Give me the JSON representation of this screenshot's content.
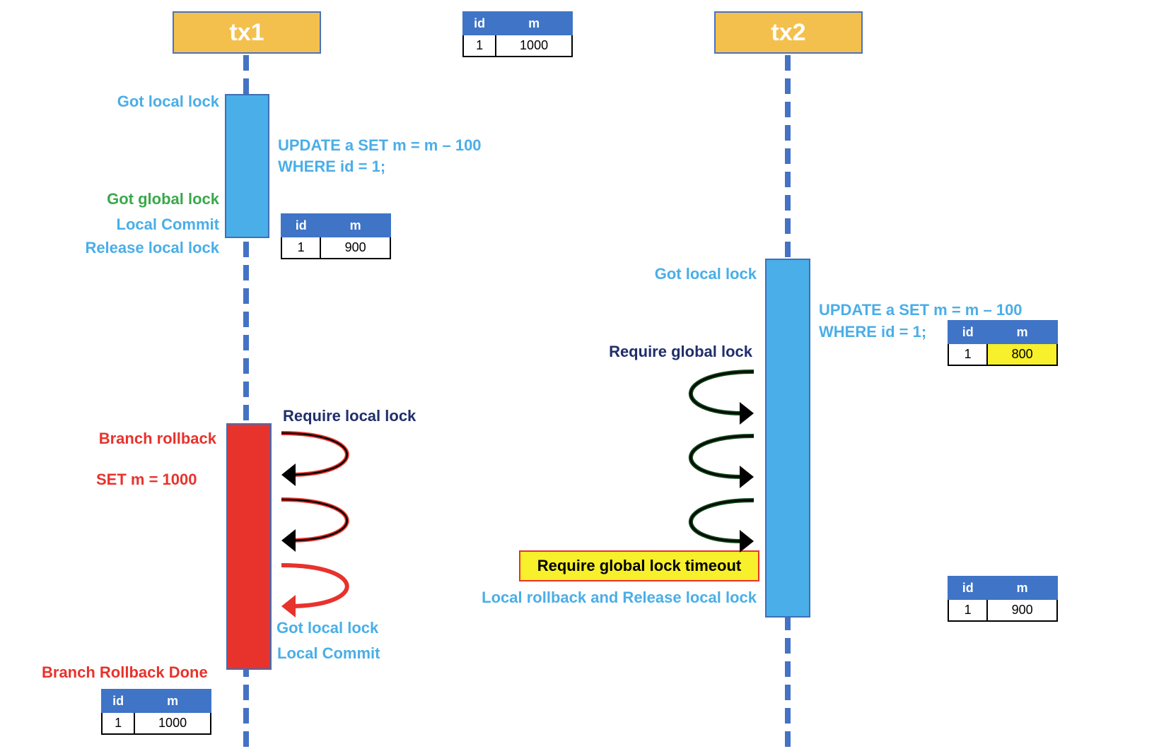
{
  "lanes": {
    "tx1": {
      "title": "tx1"
    },
    "tx2": {
      "title": "tx2"
    }
  },
  "tables": {
    "initial": {
      "headers": [
        "id",
        "m"
      ],
      "row": [
        "1",
        "1000"
      ]
    },
    "tx1_commit": {
      "headers": [
        "id",
        "m"
      ],
      "row": [
        "1",
        "900"
      ]
    },
    "tx2_update": {
      "headers": [
        "id",
        "m"
      ],
      "row": [
        "1",
        "800"
      ],
      "highlight": "#f7f02a"
    },
    "tx2_rollback": {
      "headers": [
        "id",
        "m"
      ],
      "row": [
        "1",
        "900"
      ]
    },
    "tx1_done": {
      "headers": [
        "id",
        "m"
      ],
      "row": [
        "1",
        "1000"
      ]
    }
  },
  "tx1": {
    "got_local_lock": "Got local lock",
    "update_sql_line1": "UPDATE a SET m = m – 100",
    "update_sql_line2": "WHERE id = 1;",
    "got_global_lock": "Got global lock",
    "local_commit": "Local Commit",
    "release_local_lock": "Release local lock",
    "require_local_lock": "Require local lock",
    "branch_rollback": "Branch rollback",
    "set_m": "SET m = 1000",
    "got_local_lock_2": "Got local lock",
    "local_commit_2": "Local Commit",
    "branch_rollback_done": "Branch Rollback Done"
  },
  "tx2": {
    "got_local_lock": "Got local lock",
    "update_sql_line1": "UPDATE a SET m = m – 100",
    "update_sql_line2": "WHERE id = 1;",
    "require_global_lock": "Require global lock",
    "require_global_lock_timeout": "Require global lock timeout",
    "local_rollback_release": "Local rollback and Release local lock"
  },
  "colors": {
    "lane_header": "#f4c04d",
    "lifeline": "#4472c4",
    "bar_blue": "#4aaee8",
    "bar_red": "#e8322c",
    "table_header": "#3f74c7",
    "label_blue": "#4aaee8",
    "label_green": "#3aa84a",
    "label_red": "#e8322c",
    "label_navy": "#1f2f6b",
    "arrow_black": "#000000",
    "arrow_green": "#0b3d14",
    "arrow_red": "#e8322c",
    "highlight_yellow": "#f7f02a"
  },
  "icons": {
    "wait_arrow": "curved-arrow-icon"
  }
}
